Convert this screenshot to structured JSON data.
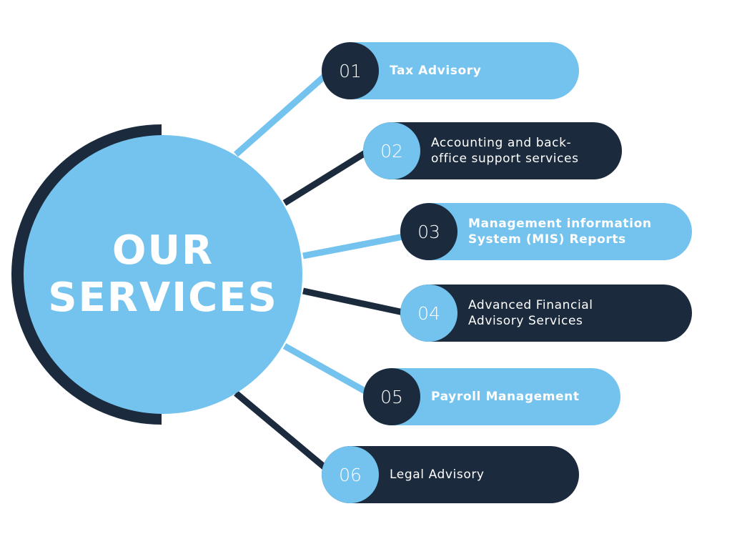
{
  "title": {
    "line1": "OUR",
    "line2": "SERVICES"
  },
  "colors": {
    "light": "#74C3EF",
    "dark": "#1B2A3C"
  },
  "services": [
    {
      "number": "01",
      "label": "Tax Advisory"
    },
    {
      "number": "02",
      "label": "Accounting and back-\noffice support services"
    },
    {
      "number": "03",
      "label": "Management information\nSystem (MIS) Reports"
    },
    {
      "number": "04",
      "label": "Advanced Financial\nAdvisory Services"
    },
    {
      "number": "05",
      "label": "Payroll  Management"
    },
    {
      "number": "06",
      "label": "Legal Advisory"
    }
  ]
}
